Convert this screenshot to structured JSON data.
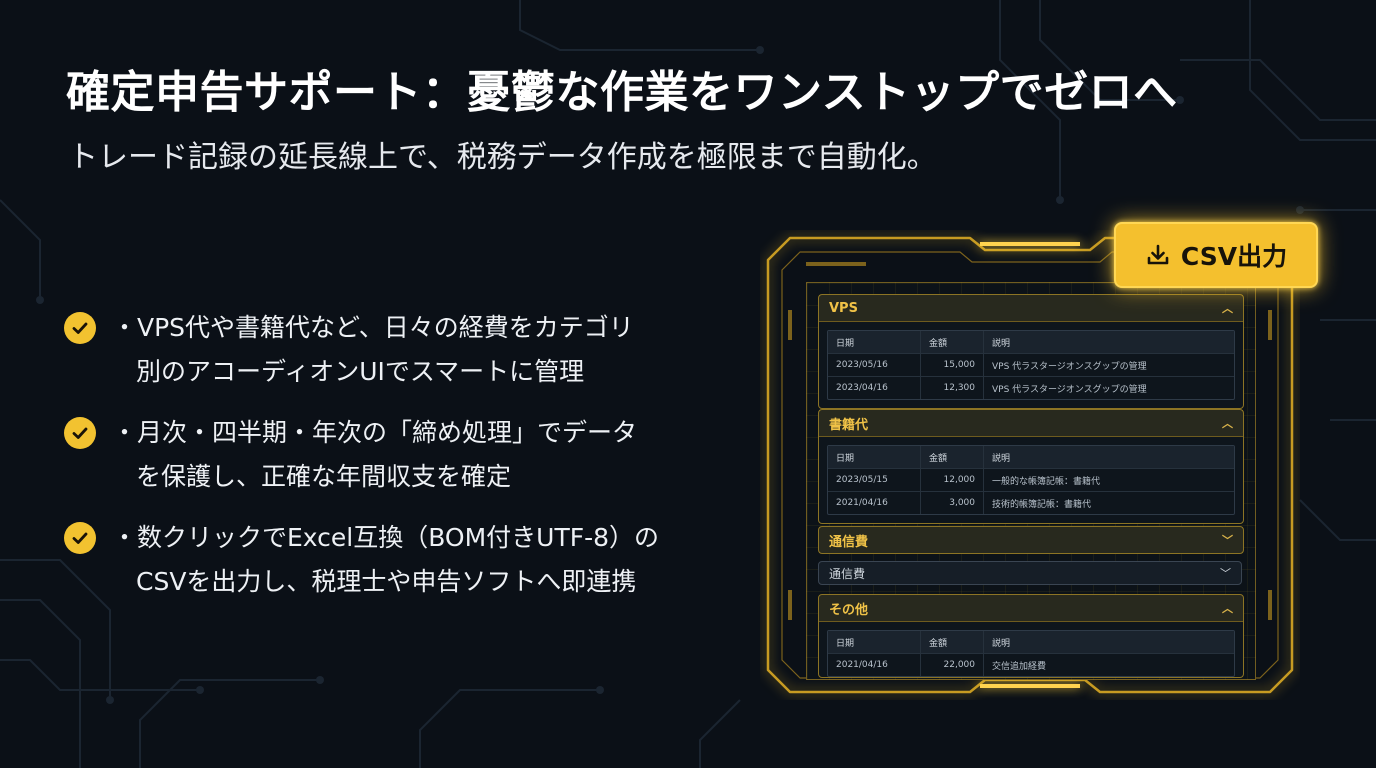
{
  "hero": {
    "title": "確定申告サポート：憂鬱な作業をワンストップでゼロへ",
    "subtitle": "トレード記録の延長線上で、税務データ作成を極限まで自動化。"
  },
  "features": [
    {
      "lines": [
        "・VPS代や書籍代など、日々の経費をカテゴリ",
        "別のアコーディオンUIでスマートに管理"
      ]
    },
    {
      "lines": [
        "・月次・四半期・年次の「締め処理」でデータ",
        "を保護し、正確な年間収支を確定"
      ]
    },
    {
      "lines": [
        "・数クリックでExcel互換（BOM付きUTF-8）の",
        "CSVを出力し、税理士や申告ソフトへ即連携"
      ]
    }
  ],
  "device": {
    "export_button": {
      "label": "CSV出力",
      "icon": "download-icon"
    },
    "columns": [
      "日期",
      "金額",
      "説明"
    ],
    "panels": [
      {
        "label": "VPS",
        "expanded": true,
        "rows": [
          [
            "2023/05/16",
            "15,000",
            "VPS 代ラスタージオンスグップの管理"
          ],
          [
            "2023/04/16",
            "12,300",
            "VPS 代ラスタージオンスグップの管理"
          ]
        ]
      },
      {
        "label": "書籍代",
        "expanded": true,
        "rows": [
          [
            "2023/05/15",
            "12,000",
            "一般的な帳簿記帳：書籍代"
          ],
          [
            "2021/04/16",
            "3,000",
            "技術的帳簿記帳：書籍代"
          ]
        ]
      },
      {
        "label": "通信費",
        "expanded": false
      },
      {
        "label": "その他",
        "expanded": true,
        "rows": [
          [
            "2021/04/16",
            "22,000",
            "交信追加経費"
          ]
        ]
      }
    ],
    "dropdown_row": {
      "label": "通信費"
    }
  },
  "colors": {
    "accent": "#f4c02e",
    "background": "#0b1017",
    "text": "#ffffff"
  }
}
